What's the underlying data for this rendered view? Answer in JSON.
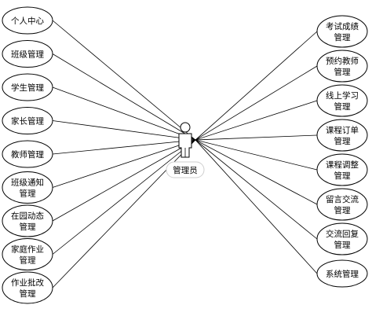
{
  "actor": {
    "name": "管理员",
    "icon": "person-icon"
  },
  "left_use_cases": [
    [
      "个人中心"
    ],
    [
      "班级管理"
    ],
    [
      "学生管理"
    ],
    [
      "家长管理"
    ],
    [
      "教师管理"
    ],
    [
      "班级通知",
      "管理"
    ],
    [
      "在园动态",
      "管理"
    ],
    [
      "家庭作业",
      "管理"
    ],
    [
      "作业批改",
      "管理"
    ]
  ],
  "right_use_cases": [
    [
      "考试成绩",
      "管理"
    ],
    [
      "预约教师",
      "管理"
    ],
    [
      "线上学习",
      "管理"
    ],
    [
      "课程订单",
      "管理"
    ],
    [
      "课程调整",
      "管理"
    ],
    [
      "留言交流",
      "管理"
    ],
    [
      "交流回复",
      "管理"
    ],
    [
      "系统管理"
    ]
  ],
  "colors": {
    "line": "#000000",
    "fill": "#ffffff"
  }
}
